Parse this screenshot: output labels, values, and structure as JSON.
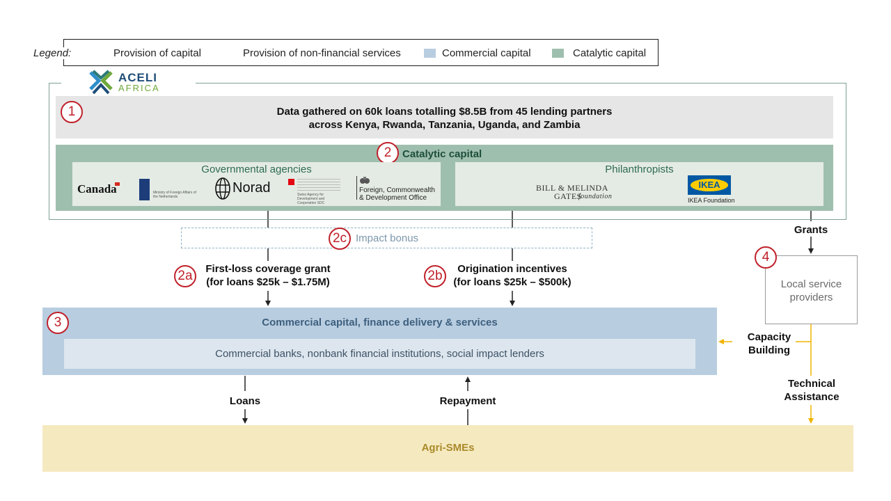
{
  "legend": {
    "title": "Legend:",
    "items": [
      {
        "label": "Provision of capital",
        "kind": "arrow",
        "color": "#222222"
      },
      {
        "label": "Provision of non-financial services",
        "kind": "arrow",
        "color": "#f0b400"
      },
      {
        "label": "Commercial capital",
        "kind": "swatch",
        "color": "#b8cde0"
      },
      {
        "label": "Catalytic capital",
        "kind": "swatch",
        "color": "#9fbfae"
      }
    ]
  },
  "logo": {
    "word": "ACELI",
    "sub": "AFRICA"
  },
  "step1": {
    "number": "1",
    "line1": "Data gathered on 60k loans totalling $8.5B from 45 lending partners",
    "line2": "across Kenya, Rwanda, Tanzania, Uganda, and Zambia"
  },
  "step2": {
    "number": "2",
    "title": "Catalytic capital",
    "governmental": {
      "title": "Governmental agencies",
      "logos": {
        "canada": "Canada",
        "netherlands": "Ministry of Foreign Affairs of the Netherlands",
        "norad": "Norad",
        "swiss": "Swiss Agency for Development and Cooperation SDC",
        "fcdo_1": "Foreign, Commonwealth",
        "fcdo_2": "& Development Office"
      }
    },
    "philanthropists": {
      "title": "Philanthropists",
      "logos": {
        "gates_1": "BILL & MELINDA",
        "gates_2": "GATES",
        "gates_3": "foundation",
        "ikea": "IKEA",
        "ikea_foundation": "IKEA Foundation"
      }
    }
  },
  "impact_bonus": {
    "number": "2c",
    "label": "Impact bonus"
  },
  "step2a": {
    "number": "2a",
    "line1": "First-loss coverage grant",
    "line2": "(for loans $25k – $1.75M)"
  },
  "step2b": {
    "number": "2b",
    "line1": "Origination incentives",
    "line2": "(for loans $25k – $500k)"
  },
  "step3": {
    "number": "3",
    "title": "Commercial capital, finance delivery & services",
    "inner": "Commercial banks, nonbank financial institutions, social impact lenders"
  },
  "step4": {
    "number": "4",
    "line1": "Local service",
    "line2": "providers"
  },
  "flows": {
    "grants": "Grants",
    "capacity_1": "Capacity",
    "capacity_2": "Building",
    "technical_1": "Technical",
    "technical_2": "Assistance",
    "loans": "Loans",
    "repayment": "Repayment"
  },
  "agri": {
    "label": "Agri-SMEs"
  }
}
